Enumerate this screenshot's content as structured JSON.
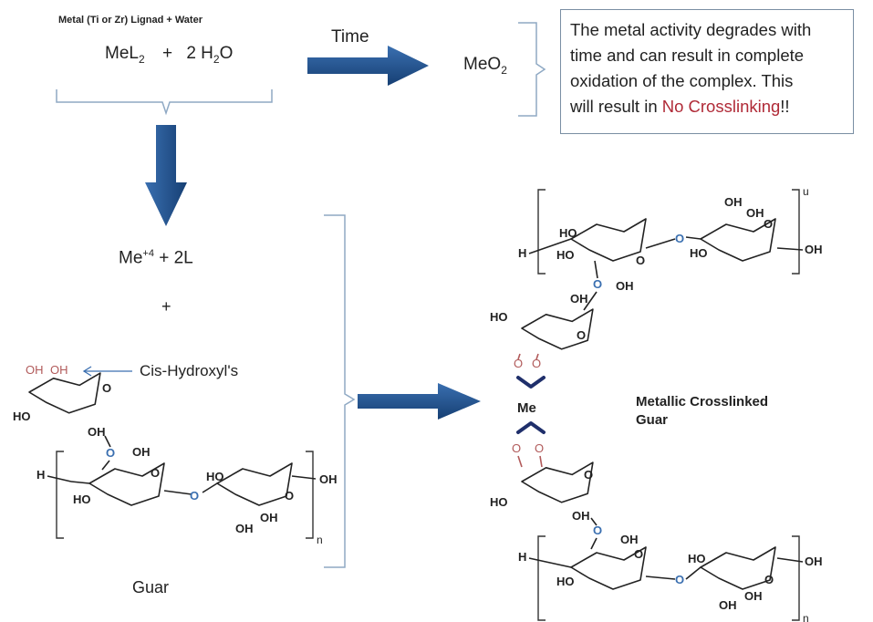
{
  "reaction": {
    "header": "Metal (Ti or Zr) Lignad  + Water",
    "eq_mel": "MeL",
    "eq_mel_sub": "2",
    "eq_plus": "+",
    "eq_water_coef": "2 H",
    "eq_water_sub": "2",
    "eq_water_o": "O",
    "time_label": "Time",
    "product_me": "MeO",
    "product_sub": "2"
  },
  "note": {
    "line1": "The metal activity degrades with",
    "line2": "time and can result in complete",
    "line3": "oxidation of the complex.  This",
    "line4_pre": "will result in ",
    "line4_red": "No Crosslinking",
    "line4_post": "!!"
  },
  "dissociation": {
    "me": "Me",
    "charge": "+4",
    "plus_2l": " + 2L",
    "plus": "+"
  },
  "guar": {
    "cis_label": "Cis-Hydroxyl's",
    "name": "Guar",
    "subscript_n": "n"
  },
  "crosslinked": {
    "me": "Me",
    "label_line1": "Metallic Crosslinked",
    "label_line2": "Guar",
    "top_subscript": "u",
    "bottom_subscript": "n"
  },
  "atoms": {
    "oh": "OH",
    "ho": "HO",
    "o": "O",
    "h": "H"
  },
  "colors": {
    "arrow_blue": "#1c5390",
    "bracket_blue": "#8fa9c4",
    "oxygen_blue": "#3a6fb0",
    "oxygen_red": "#b15a5a",
    "chevron_navy": "#1f2f6b",
    "highlight_red": "#b02a37"
  }
}
